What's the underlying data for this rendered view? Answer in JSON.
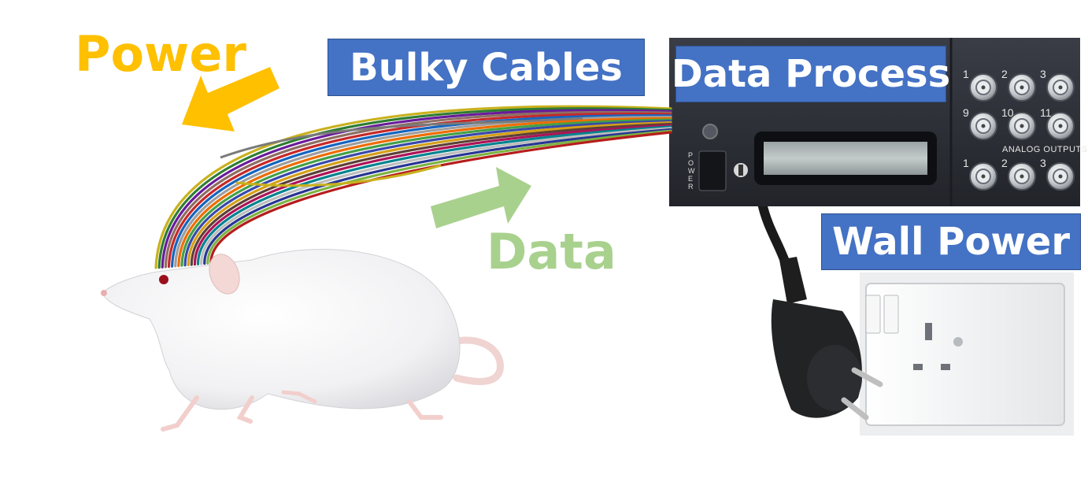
{
  "labels": {
    "power": "Power",
    "bulky_cables": "Bulky Cables",
    "data_process": "Data Process",
    "data": "Data",
    "wall_power": "Wall Power"
  },
  "device": {
    "power_switch_text": "POWER",
    "panel_label": "ANALOG OUTPUTS",
    "port_numbers_row1": [
      "1",
      "2",
      "3"
    ],
    "port_numbers_row2": [
      "9",
      "10",
      "11"
    ],
    "port_numbers_row3": [
      "1",
      "2",
      "3"
    ]
  },
  "colors": {
    "power_arrow": "#ffc000",
    "data_arrow": "#a9d18e",
    "label_box": "#4472c4",
    "device_body": "#2b2e36"
  },
  "icons": {
    "rat": "rat-illustration",
    "outlet": "wall-outlet-illustration",
    "plug": "power-plug-illustration"
  }
}
